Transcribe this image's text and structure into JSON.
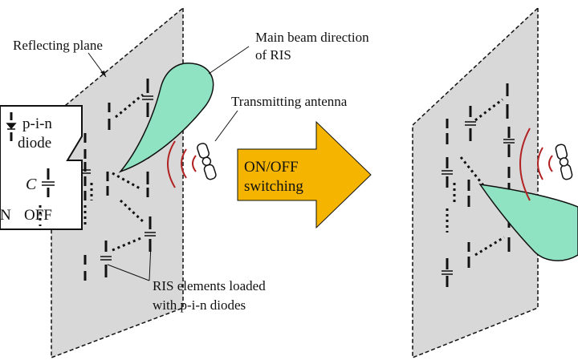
{
  "labels": {
    "reflecting_plane": "Reflecting plane",
    "main_beam_line1": "Main beam direction",
    "main_beam_line2": "of RIS",
    "transmitting_antenna": "Transmitting antenna",
    "pin_line1": "p-i-n",
    "pin_line2": "diode",
    "capacitance": "C",
    "on_fragment": "N",
    "off": "OFF",
    "arrow_line1": "ON/OFF",
    "arrow_line2": "switching",
    "ris_elements_line1": "RIS elements loaded",
    "ris_elements_line2": "with p-i-n diodes"
  },
  "colors": {
    "plane_fill": "#d8d8d8",
    "beam_fill": "#8fe3c2",
    "wave": "#b22222",
    "arrow_fill": "#f4b400",
    "ink": "#111111"
  }
}
